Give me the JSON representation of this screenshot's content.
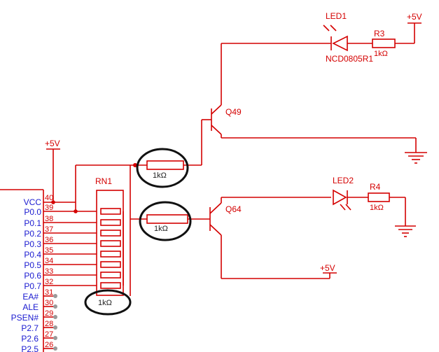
{
  "colors": {
    "wire": "#d40000",
    "pin_label": "#1a1ad0",
    "annotation": "#111111"
  },
  "power": {
    "vcc_label": "+5V",
    "led1_supply": "+5V",
    "q64_supply": "+5V"
  },
  "led1": {
    "ref": "LED1",
    "part": "NCD0805R1",
    "resistor_ref": "R3",
    "resistor_value": "1kΩ"
  },
  "led2": {
    "ref": "LED2",
    "resistor_ref": "R4",
    "resistor_value": "1kΩ"
  },
  "q49": {
    "ref": "Q49",
    "base_resistor": "1kΩ"
  },
  "q64": {
    "ref": "Q64",
    "base_resistor": "1kΩ"
  },
  "rn1": {
    "ref": "RN1",
    "value": "1kΩ"
  },
  "mcu": {
    "pins": [
      {
        "name": "VCC",
        "num": "40"
      },
      {
        "name": "P0.0",
        "num": "39"
      },
      {
        "name": "P0.1",
        "num": "38"
      },
      {
        "name": "P0.2",
        "num": "37"
      },
      {
        "name": "P0.3",
        "num": "36"
      },
      {
        "name": "P0.4",
        "num": "35"
      },
      {
        "name": "P0.5",
        "num": "34"
      },
      {
        "name": "P0.6",
        "num": "33"
      },
      {
        "name": "P0.7",
        "num": "32"
      },
      {
        "name": "EA#",
        "num": "31"
      },
      {
        "name": "ALE",
        "num": "30"
      },
      {
        "name": "PSEN#",
        "num": "29"
      },
      {
        "name": "P2.7",
        "num": "28"
      },
      {
        "name": "P2.6",
        "num": "27"
      },
      {
        "name": "P2.5",
        "num": "26"
      }
    ]
  }
}
